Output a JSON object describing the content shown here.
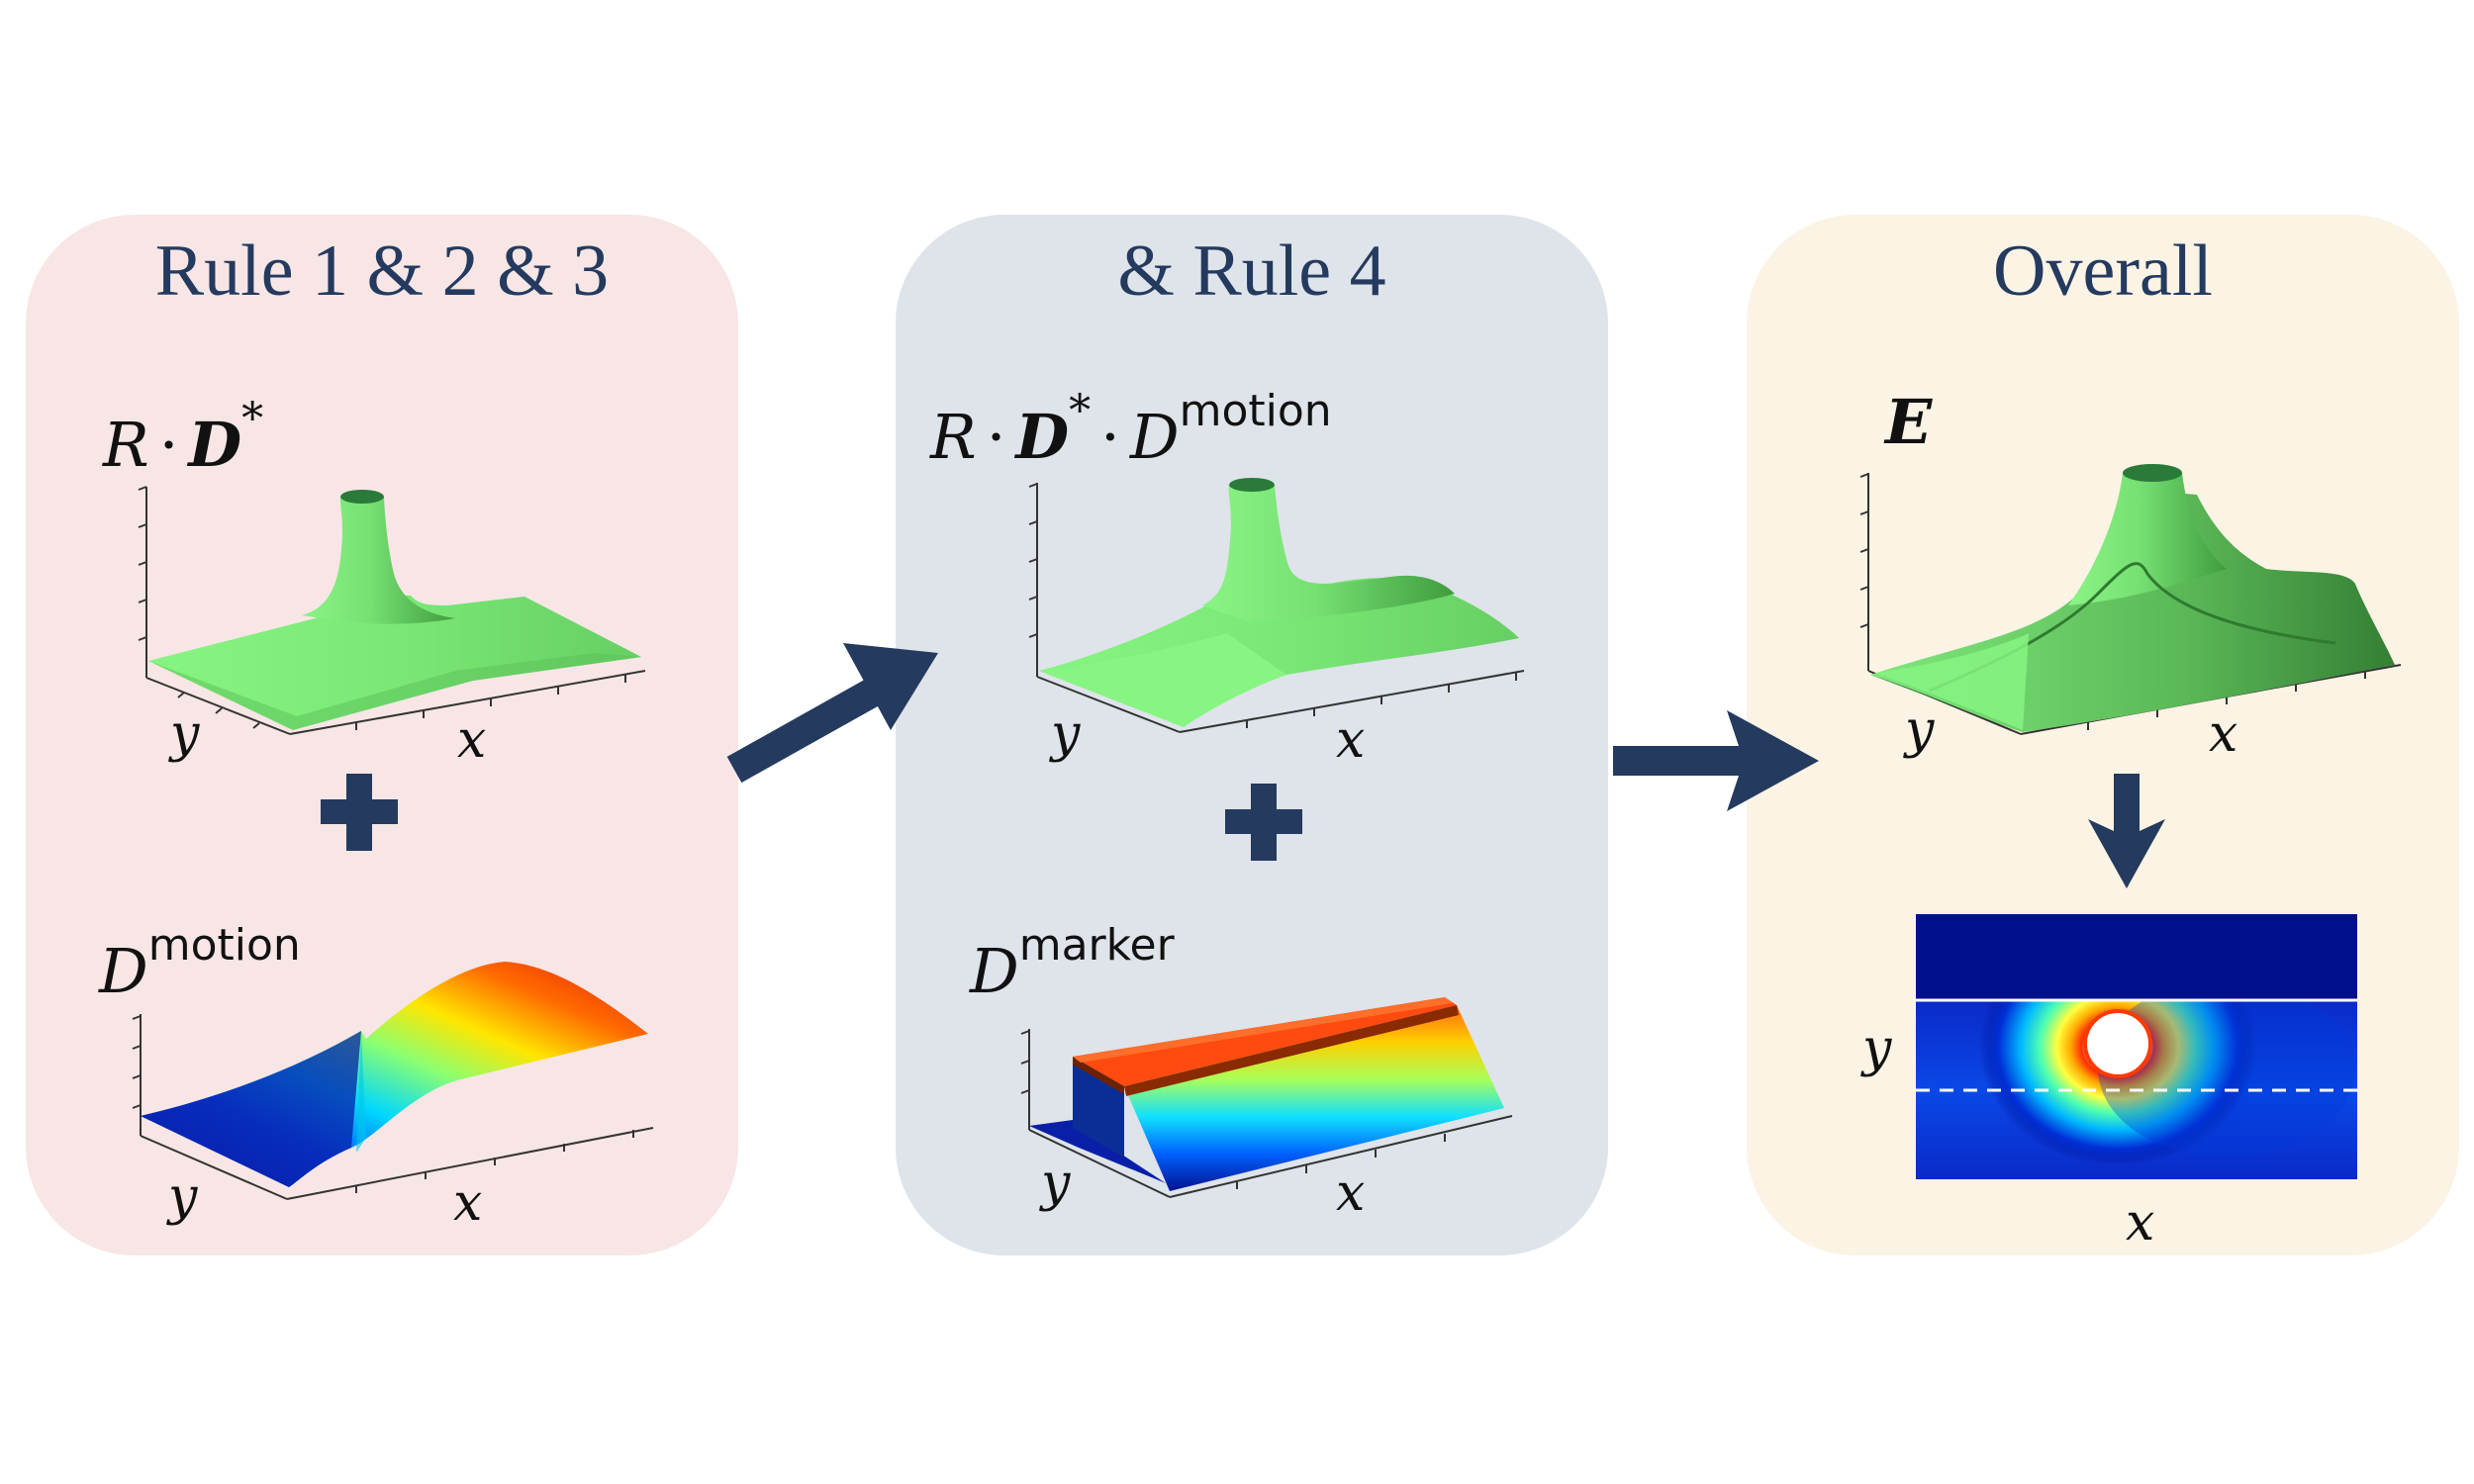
{
  "panels": {
    "left": {
      "title": "Rule 1 & 2 & 3",
      "bg": "#f7e6e5"
    },
    "middle": {
      "title": "& Rule 4",
      "bg": "#dfe3ea"
    },
    "right": {
      "title": "Overall",
      "bg": "#fbf3e4"
    }
  },
  "labels": {
    "R": "R",
    "D": "D",
    "star": "*",
    "dot": "·",
    "motion": "motion",
    "marker": "marker",
    "E": "E",
    "x": "x",
    "y": "y"
  },
  "colors": {
    "title": "#243a5e",
    "arrow": "#243a5e",
    "surface_green": "#7ef07a",
    "surface_dark_green": "#3a9a3a",
    "heatmap_bg": "#00108c"
  },
  "icons": [
    "plus-icon",
    "arrow-diagonal-icon",
    "arrow-right-icon",
    "arrow-down-icon"
  ]
}
